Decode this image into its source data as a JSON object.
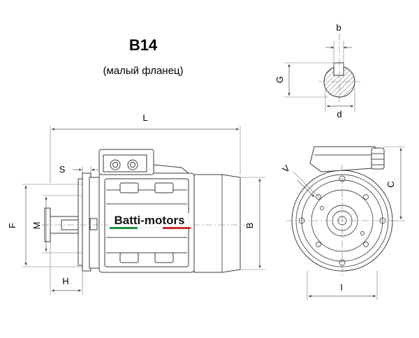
{
  "header": {
    "title": "B14",
    "subtitle": "(малый фланец)"
  },
  "brand": {
    "name": "Batti-motors",
    "stripe_colors": [
      "#1a8f3a",
      "#ffffff",
      "#d12a2a"
    ]
  },
  "dimensions": {
    "L": "L",
    "S": "S",
    "F": "F",
    "M": "M",
    "H": "H",
    "B": "B",
    "b": "b",
    "G": "G",
    "d": "d",
    "C": "C",
    "V": "V",
    "I": "I"
  }
}
